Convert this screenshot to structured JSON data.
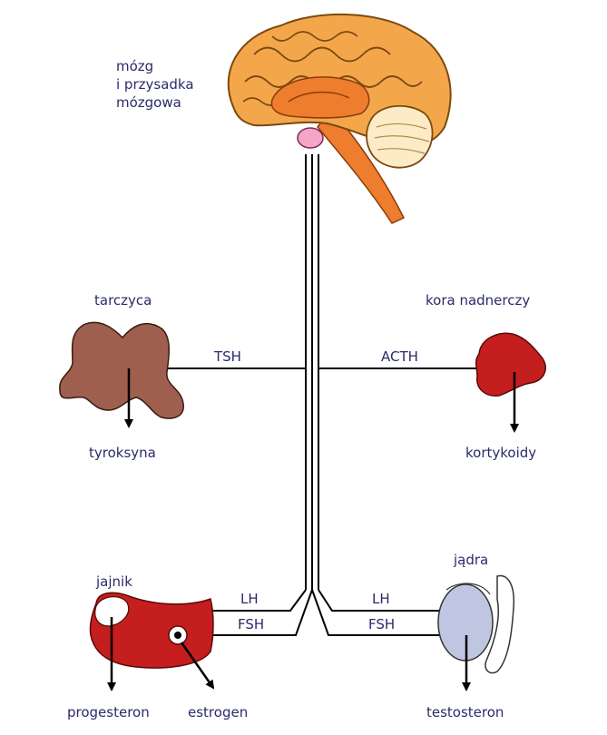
{
  "labels": {
    "brain_line1": "mózg",
    "brain_line2": "i przysadka",
    "brain_line3": "mózgowa",
    "thyroid": "tarczyca",
    "adrenal": "kora nadnerczy",
    "ovary": "jajnik",
    "testes": "jądra",
    "thyroxine": "tyroksyna",
    "corticoids": "kortykoidy",
    "progesterone": "progesteron",
    "estrogen": "estrogen",
    "testosterone": "testosteron"
  },
  "hormones": {
    "tsh": "TSH",
    "acth": "ACTH",
    "lh_left": "LH",
    "fsh_left": "FSH",
    "lh_right": "LH",
    "fsh_right": "FSH"
  },
  "colors": {
    "brain_cortex": "#F4A64B",
    "brain_inner": "#EE7D2D",
    "cerebellum": "#FCEBC6",
    "pituitary": "#F4A5C8",
    "thyroid": "#9E5F4E",
    "adrenal": "#C41E1E",
    "ovary": "#C41E1E",
    "testis": "#BFC6E2",
    "line": "#000000",
    "text": "#2b2b6b"
  }
}
